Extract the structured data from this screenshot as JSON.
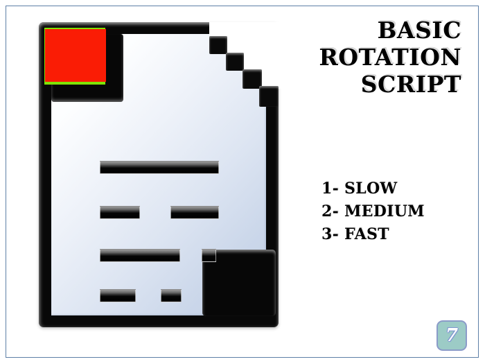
{
  "slide": {
    "background_color": "#ffffff",
    "frame_color": "#5d7fa6"
  },
  "title": {
    "lines": [
      {
        "text": "BASIC"
      },
      {
        "text": "ROTATION"
      },
      {
        "text": "SCRIPT"
      }
    ],
    "color": "#000000",
    "shadow_color": "#d9d9d9"
  },
  "options": {
    "items": [
      {
        "text": "1- SLOW"
      },
      {
        "text": "2- MEDIUM"
      },
      {
        "text": "3- FAST"
      }
    ],
    "color": "#000000"
  },
  "document_icon": {
    "name": "document-icon",
    "frame_color": "#080808",
    "page_gradient_from": "#ffffff",
    "page_gradient_to": "#c0cee4",
    "green_chip_color": "#7fe306",
    "red_chip_color": "#fa1c05",
    "text_bar_color": "#000000",
    "folded_corner_style": "stair-step"
  },
  "page_badge": {
    "number": "7",
    "fill_color": "#9ccbc6",
    "border_color": "#8b9bc9",
    "number_color": "#ffffff",
    "number_outline_color": "#7e96d0"
  }
}
